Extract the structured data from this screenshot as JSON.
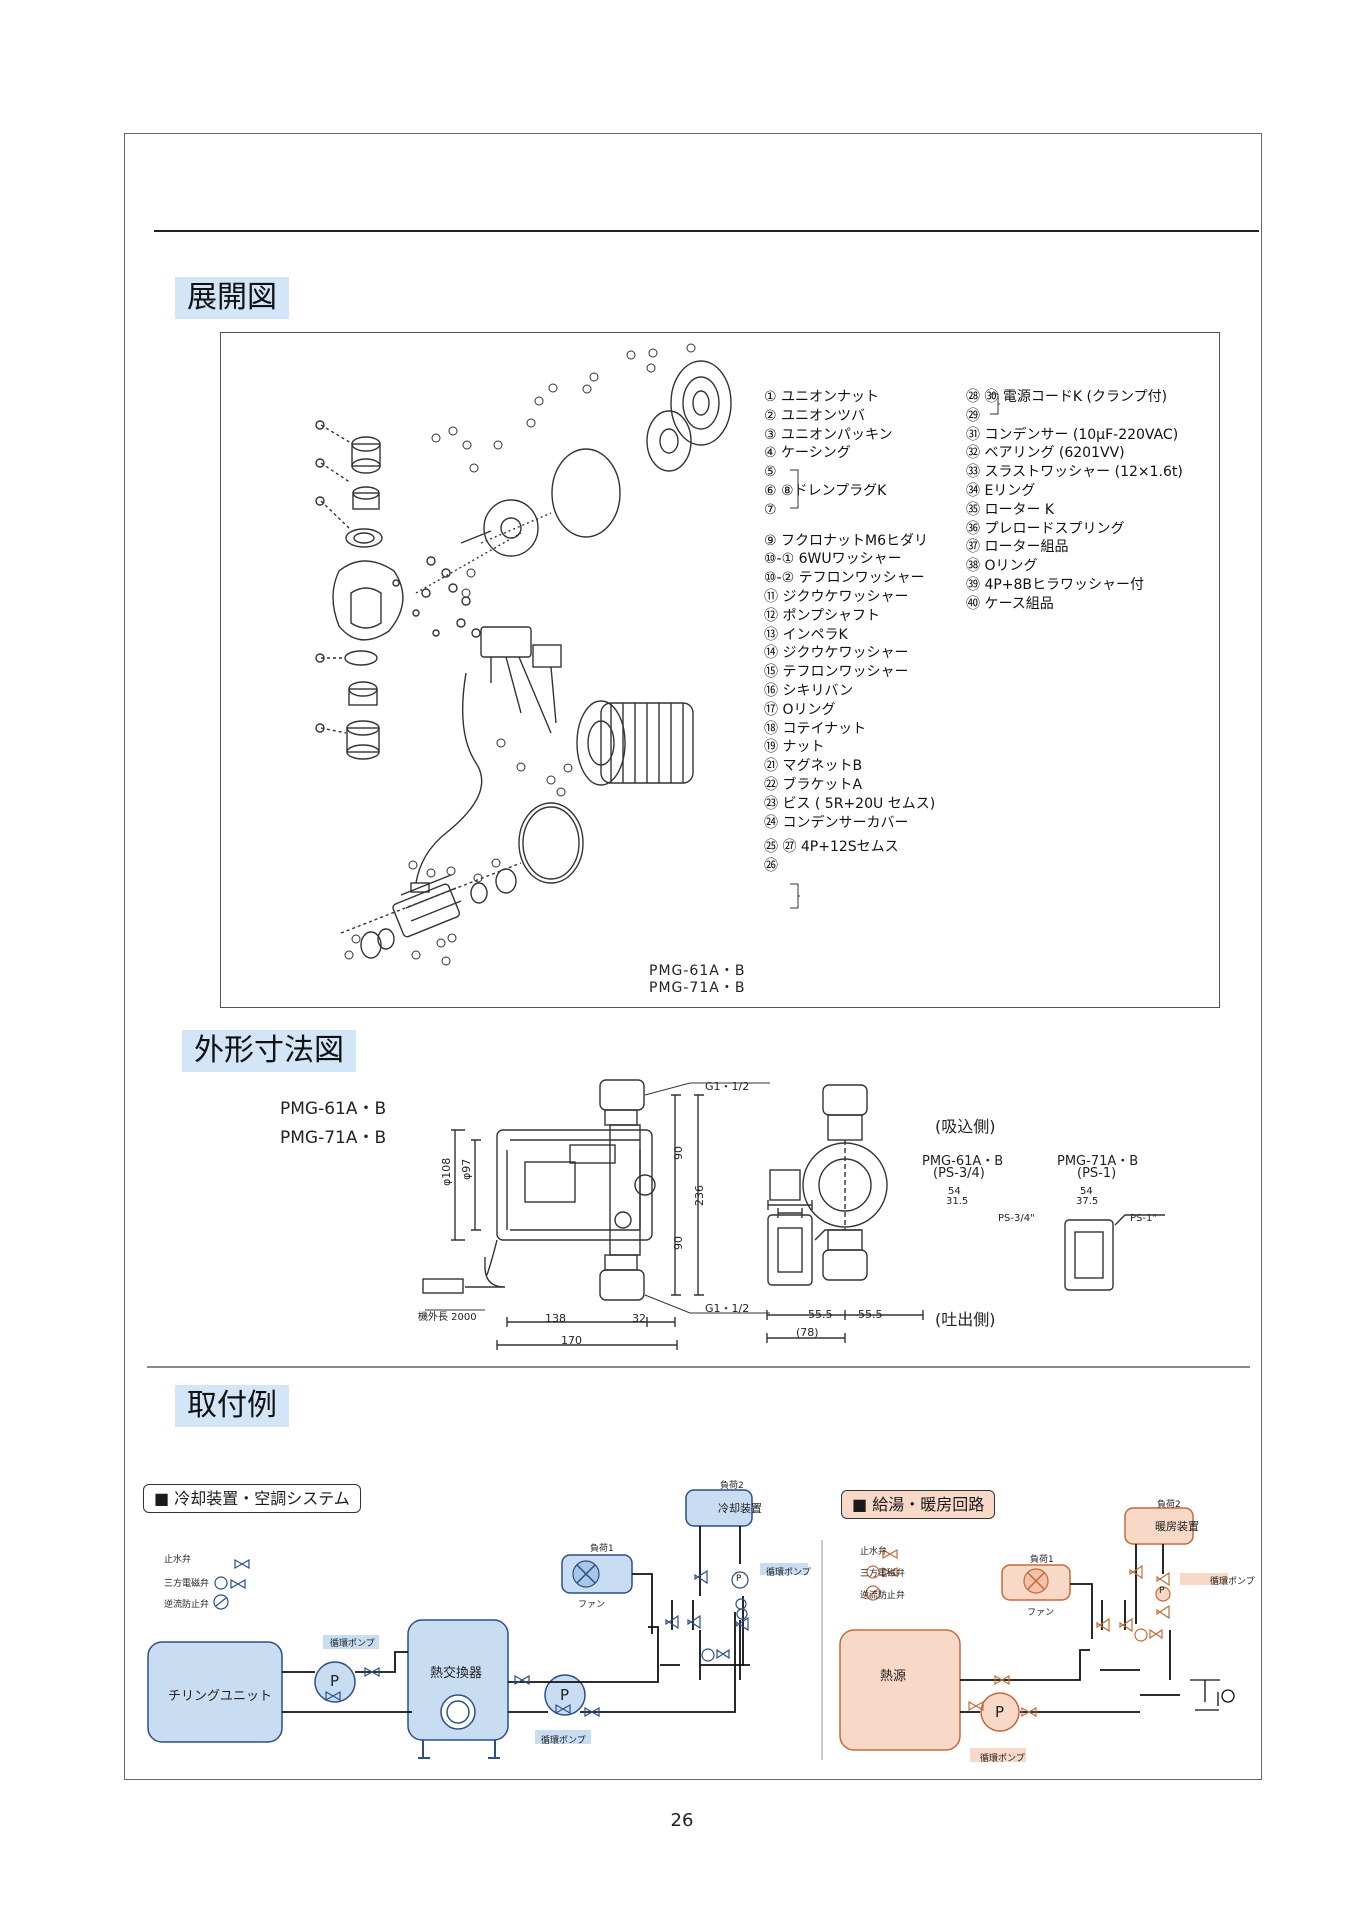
{
  "sections": {
    "exploded": "展開図",
    "dimensions": "外形寸法図",
    "install": "取付例"
  },
  "parts_left": [
    "① ユニオンナット",
    "② ユニオンツバ",
    "③ ユニオンパッキン",
    "④ ケーシング",
    "⑤",
    "⑥      ⑧ドレンプラグK",
    "⑦",
    "⑨ フクロナットM6ヒダリ",
    "⑩-①     6WUワッシャー",
    "⑩-②    テフロンワッシャー",
    "⑪ ジクウケワッシャー",
    "⑫ ポンプシャフト",
    "⑬ インペラK",
    "⑭ ジクウケワッシャー",
    "⑮ テフロンワッシャー",
    "⑯ シキリバン",
    "⑰ Oリング",
    "⑱ コテイナット",
    "⑲ ナット",
    "㉑ マグネットB",
    "㉒ ブラケットA",
    "㉓ ビス ( 5R+20U セムス)",
    "㉔ コンデンサーカバー",
    "㉕      ㉗  4P+12Sセムス",
    "㉖"
  ],
  "parts_right": [
    "㉘      ㉚ 電源コードK (クランプ付)",
    "㉙",
    "㉛ コンデンサー (10μF-220VAC)",
    "㉜ ベアリング (6201VV)",
    "㉝ スラストワッシャー (12×1.6t)",
    "㉞ Eリング",
    "㉟ ローター K",
    "㊱ プレロードスプリング",
    "㊲ ローター組品",
    "㊳ Oリング",
    "㊴ 4P+8Bヒラワッシャー付",
    "㊵ ケース組品"
  ],
  "exploded_models": [
    "PMG-61A・B",
    "PMG-71A・B"
  ],
  "dim_models": [
    "PMG-61A・B",
    "PMG-71A・B"
  ],
  "dim": {
    "g_top": "G1・1/2",
    "g_bottom": "G1・1/2",
    "d108": "φ108",
    "d97": "φ97",
    "h90a": "90",
    "h236": "236",
    "h90b": "90",
    "cord": "機外長 2000",
    "w138": "138",
    "w32": "32",
    "w170": "170",
    "w55a": "55.5",
    "w55b": "55.5",
    "w78": "(78)",
    "suction": "(吸込側)",
    "discharge": "(吐出側)",
    "m61": "PMG-61A・B",
    "ps34": "(PS-3/4)",
    "m71": "PMG-71A・B",
    "ps1": "(PS-1)",
    "a54": "54",
    "a315": "31.5",
    "ps34label": "PS-3/4\"",
    "b54": "54",
    "b375": "37.5",
    "ps1label": "PS-1\""
  },
  "cooling": {
    "title": "■ 冷却装置・空調システム",
    "legend": [
      "止水弁",
      "三方電磁弁",
      "逆流防止弁"
    ],
    "chiller": "チリングユニット",
    "pump_tag1": "循環ポンプ",
    "exchanger": "熱交換器",
    "pump_tag2": "循環ポンプ",
    "load1": "負荷1",
    "fan": "ファン",
    "load2": "負荷2",
    "cooler": "冷却装置",
    "pump_tag3": "循環ポンプ",
    "p": "P"
  },
  "heating": {
    "title": "■ 給湯・暖房回路",
    "legend": [
      "止水弁",
      "三方電磁弁",
      "逆流防止弁"
    ],
    "source": "熱源",
    "load1": "負荷1",
    "fan": "ファン",
    "load2": "負荷2",
    "heater": "暖房装置",
    "pump_tag1": "循環ポンプ",
    "pump_tag2": "循環ポンプ",
    "p": "P"
  },
  "page_number": "26",
  "colors": {
    "heading_bg": "#d2e6f7",
    "cool_fill": "#c8dcf2",
    "cool_stroke": "#2b4f86",
    "heat_fill": "#f8d8c6",
    "heat_stroke": "#c46a3a"
  }
}
